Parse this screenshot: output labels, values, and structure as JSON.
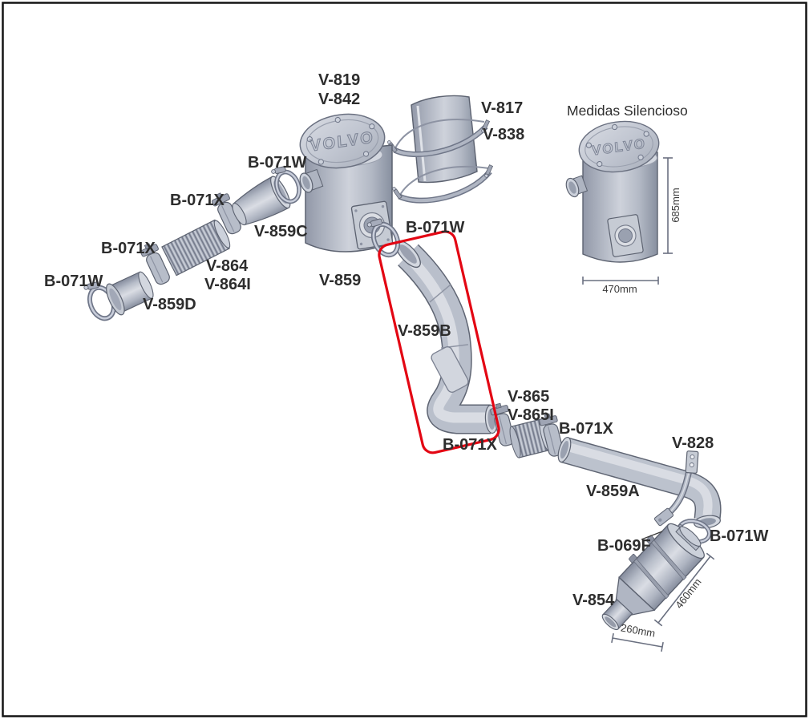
{
  "diagram_title": "Medidas Silencioso",
  "brand": "VOLVO",
  "labels": {
    "v819": "V-819",
    "v842": "V-842",
    "v817": "V-817",
    "v838": "V-838",
    "b071w_inlet": "B-071W",
    "b071x_upper": "B-071X",
    "v859c": "V-859C",
    "b071x_left": "B-071X",
    "v864": "V-864",
    "v864i": "V-864I",
    "b071w_left": "B-071W",
    "v859d": "V-859D",
    "v859": "V-859",
    "b071w_outlet": "B-071W",
    "v859b": "V-859B",
    "v865": "V-865",
    "v865i": "V-865I",
    "b071x_lower": "B-071X",
    "b071x_right": "B-071X",
    "v828": "V-828",
    "v859a": "V-859A",
    "b069f": "B-069F",
    "b071w_rear": "B-071W",
    "v854": "V-854"
  },
  "dimensions": {
    "silencer_height": "685mm",
    "silencer_diameter": "470mm",
    "rear_muffler_length": "460mm",
    "rear_muffler_diameter": "260mm"
  },
  "colors": {
    "highlight_box": "#e30613",
    "metal_light": "#ced2db",
    "metal_mid": "#b3b9c6",
    "metal_dark": "#868da0",
    "outline": "#5c6270",
    "label_text": "#2d2d2d"
  }
}
